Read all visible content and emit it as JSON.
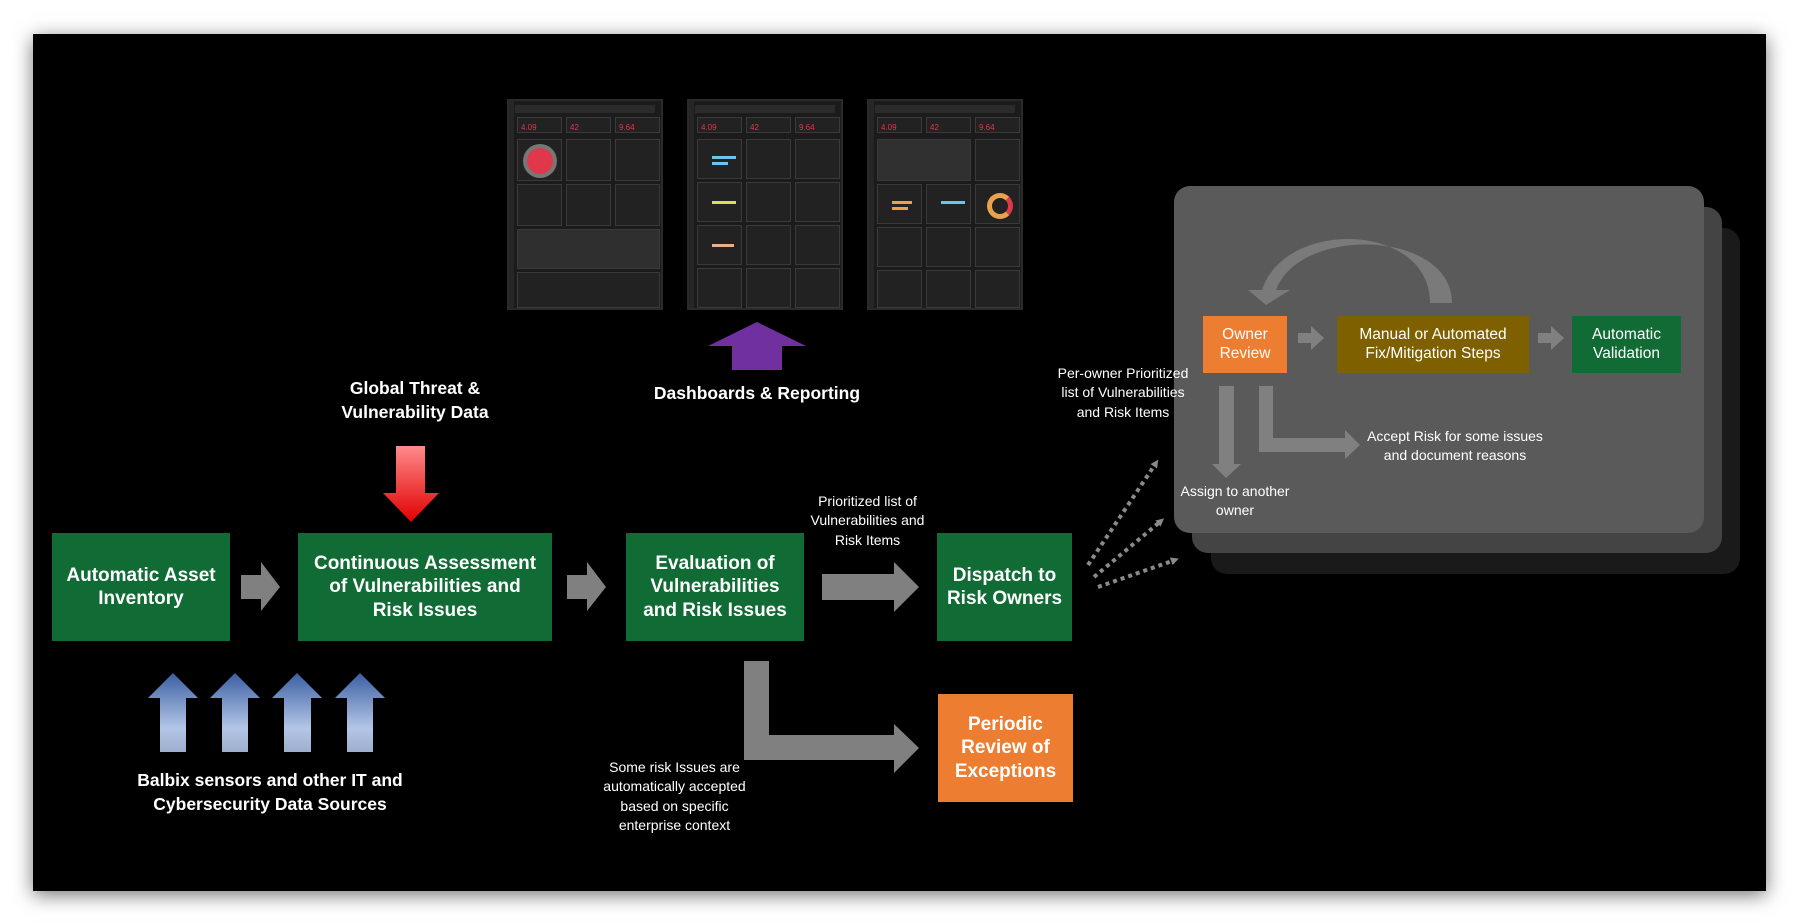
{
  "diagram": {
    "colors": {
      "background": "#000000",
      "process_green": "#116B35",
      "exception_orange": "#ED7D31",
      "fix_olive": "#7F6000",
      "arrow_gray": "#808080",
      "threat_red": "#E8141B",
      "dashboard_purple": "#7030A0",
      "source_blue": "#4472C4",
      "owner_panel_gray": "#5A5A5A"
    },
    "inputs": {
      "threat_data": "Global Threat & Vulnerability Data",
      "data_sources": "Balbix sensors and other IT and Cybersecurity Data Sources",
      "dashboards": "Dashboards & Reporting"
    },
    "process": {
      "asset_inventory": "Automatic Asset Inventory",
      "continuous_assessment": "Continuous Assessment of Vulnerabilities and Risk Issues",
      "evaluation": "Evaluation of Vulnerabilities and Risk Issues",
      "dispatch": "Dispatch to Risk Owners",
      "periodic_review": "Periodic Review of Exceptions"
    },
    "annotations": {
      "prioritized_list": "Prioritized list of Vulnerabilities and Risk Items",
      "auto_accepted": "Some risk Issues are automatically accepted based on specific enterprise context",
      "per_owner_list": "Per-owner Prioritized list of Vulnerabilities and Risk Items"
    },
    "owner_workflow": {
      "owner_review": "Owner Review",
      "fix_steps": "Manual or Automated Fix/Mitigation Steps",
      "validation": "Automatic Validation",
      "accept_risk": "Accept Risk for some issues and document reasons",
      "reassign": "Assign to another owner"
    },
    "dashboard_thumbnails": [
      {
        "title": "Center II",
        "kpis": [
          "4.09",
          "42",
          "9.64"
        ]
      },
      {
        "title": "Center II",
        "kpis": [
          "4.09",
          "42",
          "9.64"
        ]
      },
      {
        "title": "Center II",
        "kpis": [
          "4.09",
          "42",
          "9.64"
        ]
      }
    ]
  }
}
